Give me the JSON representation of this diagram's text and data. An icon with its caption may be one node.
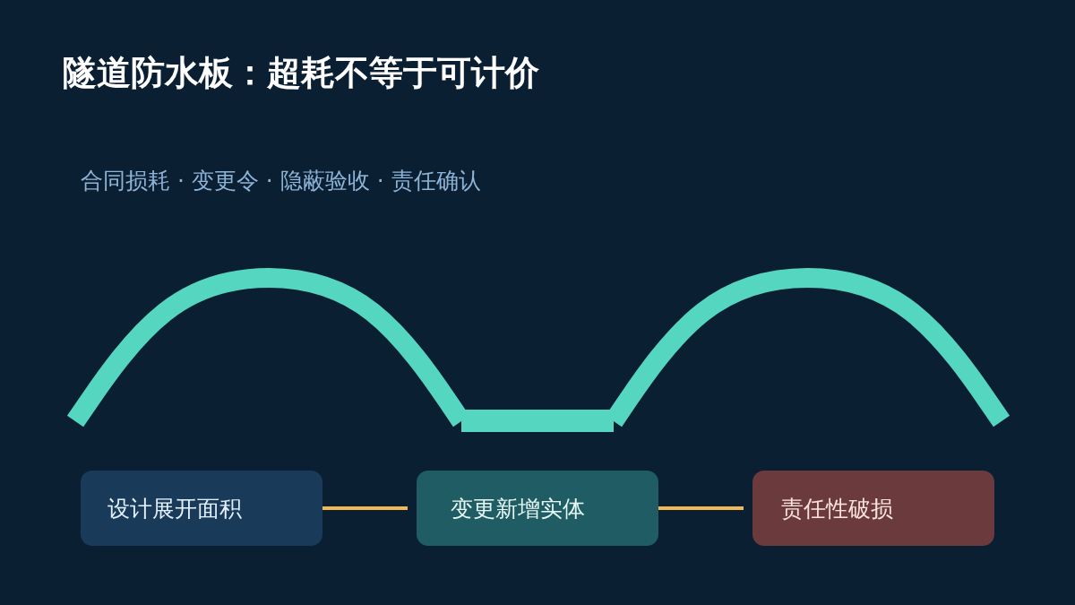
{
  "diagram": {
    "title": "隧道防水板：超耗不等于可计价",
    "nodes": [
      {
        "text": [
          "设计展开面积"
        ]
      },
      {
        "text": [
          "变更新增实体"
        ]
      },
      {
        "text": [
          "责任性破损"
        ]
      }
    ],
    "edges": [
      {
        "from": 0,
        "to": 1,
        "arrow": "none"
      },
      {
        "from": 1,
        "to": 2,
        "arrow": "none"
      }
    ],
    "labels": [
      "合同损耗 · 变更令 · 隐蔽验收 · 责任确认"
    ]
  }
}
